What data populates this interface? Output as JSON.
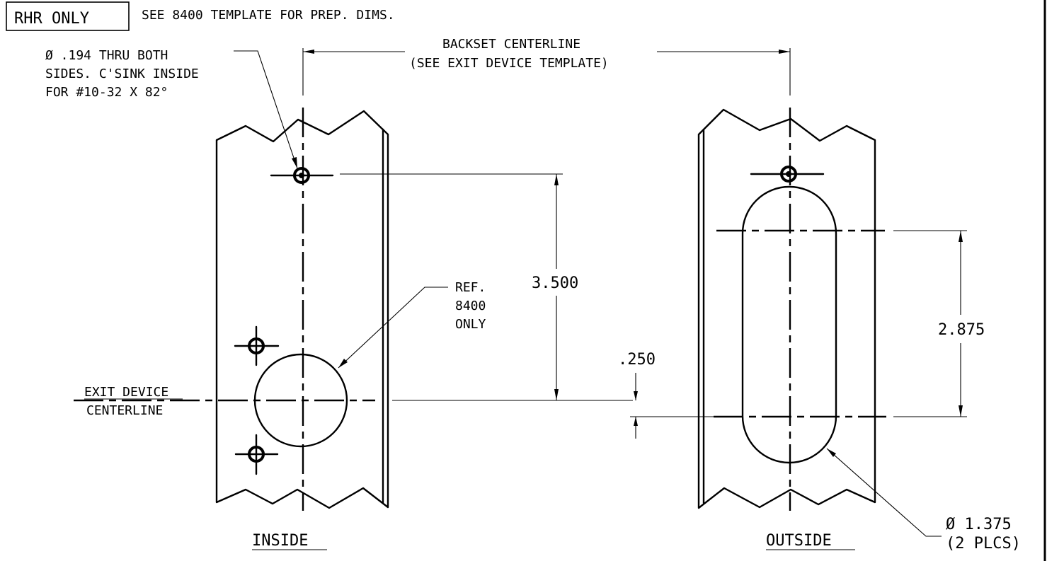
{
  "header": {
    "badge": "RHR ONLY",
    "note": "SEE 8400 TEMPLATE FOR PREP. DIMS."
  },
  "notes": {
    "hole_line1": "Ø .194 THRU BOTH",
    "hole_line2": "SIDES. C'SINK INSIDE",
    "hole_line3": "FOR #10-32 X 82°",
    "backset_line1": "BACKSET CENTERLINE",
    "backset_line2": "(SEE EXIT DEVICE TEMPLATE)",
    "ref_line1": "REF.",
    "ref_line2": "8400",
    "ref_line3": "ONLY",
    "exit_line1": "EXIT DEVICE",
    "exit_line2": "CENTERLINE",
    "diameter_line1": "Ø 1.375",
    "diameter_line2": "(2 PLCS)"
  },
  "dimensions": {
    "vertical_inside": "3.500",
    "small_offset": ".250",
    "vertical_outside": "2.875"
  },
  "views": {
    "inside": "INSIDE",
    "outside": "OUTSIDE"
  }
}
